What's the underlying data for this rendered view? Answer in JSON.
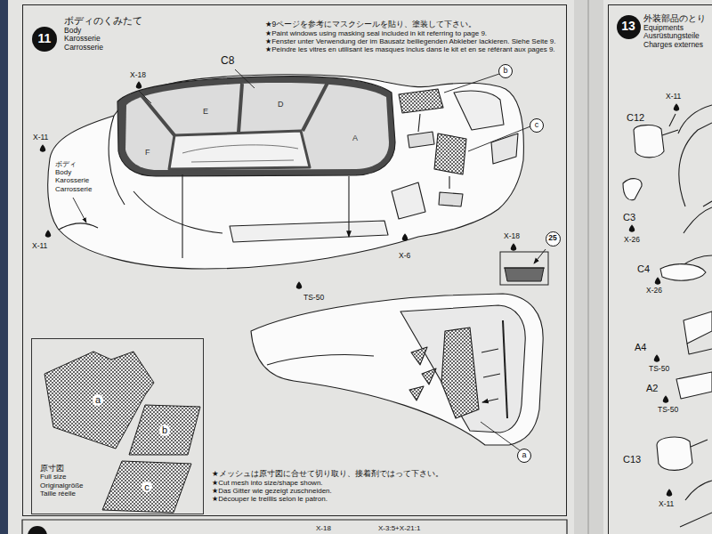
{
  "diagram": {
    "nodes": [
      {
        "text": [
          "ボディのくみたて",
          "Body",
          "Karosserie",
          "Carrosserie"
        ]
      },
      {
        "text": [
          "11"
        ],
        "in": 0
      },
      {
        "text": [
          "b"
        ],
        "in": 0
      },
      {
        "text": [
          "c"
        ],
        "in": 0
      },
      {
        "text": [
          "25"
        ],
        "in": 0
      },
      {
        "text": [
          "原寸図",
          "Full size",
          "Originalgröße",
          "Taille réelle"
        ],
        "in": 0
      },
      {
        "text": [
          "a"
        ],
        "in": 5
      },
      {
        "text": [
          "b"
        ],
        "in": 5
      },
      {
        "text": [
          "c"
        ],
        "in": 5
      },
      {
        "text": [
          "a"
        ],
        "in": 0
      },
      {
        "text": [
          "外装部品のとり",
          "Equipments",
          "Ausrüstungsteile",
          "Charges externes"
        ]
      },
      {
        "text": [
          "13"
        ],
        "in": 10
      }
    ],
    "labels": [
      "C8",
      "X-18",
      "X-11",
      "X-11",
      "E",
      "D",
      "A",
      "F",
      "X-6",
      "TS-50",
      "X-18",
      "★9ページを参考にマスクシールを貼り、塗装して下さい。",
      "★Paint windows using masking seal included in kit referring to page 9.",
      "★Fenster unter Verwendung der im Bausatz beiliegenden Abkleber lackieren. Siehe Seite 9.",
      "★Peindre les vitres en utilisant les masques inclus dans le kit et en se référant aux pages 9.",
      "ボディ",
      "Body",
      "Karosserie",
      "Carrosserie",
      "★メッシュは原寸図に合せて切り取り、接着剤ではって下さい。",
      "★Cut mesh into size/shape shown.",
      "★Das Gitter wie gezeigt zuschneiden.",
      "★Découper le treillis selon le patron.",
      "X-11",
      "C12",
      "C3",
      "X-26",
      "C4",
      "X-26",
      "A4",
      "TS-50",
      "A2",
      "TS-50",
      "C13",
      "X-11",
      "X-18",
      "X-3:5+X-21:1"
    ]
  }
}
